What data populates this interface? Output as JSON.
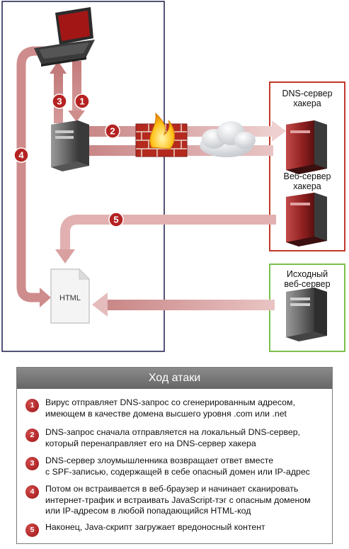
{
  "labels": {
    "dns_server": "DNS-сервер\nхакера",
    "web_server": "Веб-сервер\nхакера",
    "source_server": "Исходный\nвеб-сервер",
    "html_doc": "HTML"
  },
  "badges": [
    "1",
    "2",
    "3",
    "4",
    "5"
  ],
  "panel": {
    "title": "Ход атаки",
    "steps": [
      {
        "num": "1",
        "text": "Вирус отправляет DNS-запрос со сгенерированным адресом,\nимеющем в качестве домена высшего уровня .com или .net"
      },
      {
        "num": "2",
        "text": "DNS-запрос сначала отправляется на локальный DNS-сервер,\nкоторый перенаправляет его на DNS-сервер хакера"
      },
      {
        "num": "3",
        "text": "DNS-сервер злоумышленника возвращает ответ вместе\nс SPF-записью, содержащей в себе опасный домен или IP-адрес"
      },
      {
        "num": "4",
        "text": "Потом он встраивается в веб-браузер и начинает сканировать\nинтернет-трафик и встраивать JavaScript-тэг с опасным доменом\nили IP-адресом в любой попадающийся HTML-код"
      },
      {
        "num": "5",
        "text": "Наконец, Java-скрипт загружает вредоносный контент"
      }
    ]
  },
  "colors": {
    "victim_border": "#1a1a4a",
    "hacker_border": "#c0392b",
    "source_border": "#7cc04a",
    "arrow": "#d89a9a",
    "badge": "#b52222",
    "panel_header": "#777777"
  }
}
